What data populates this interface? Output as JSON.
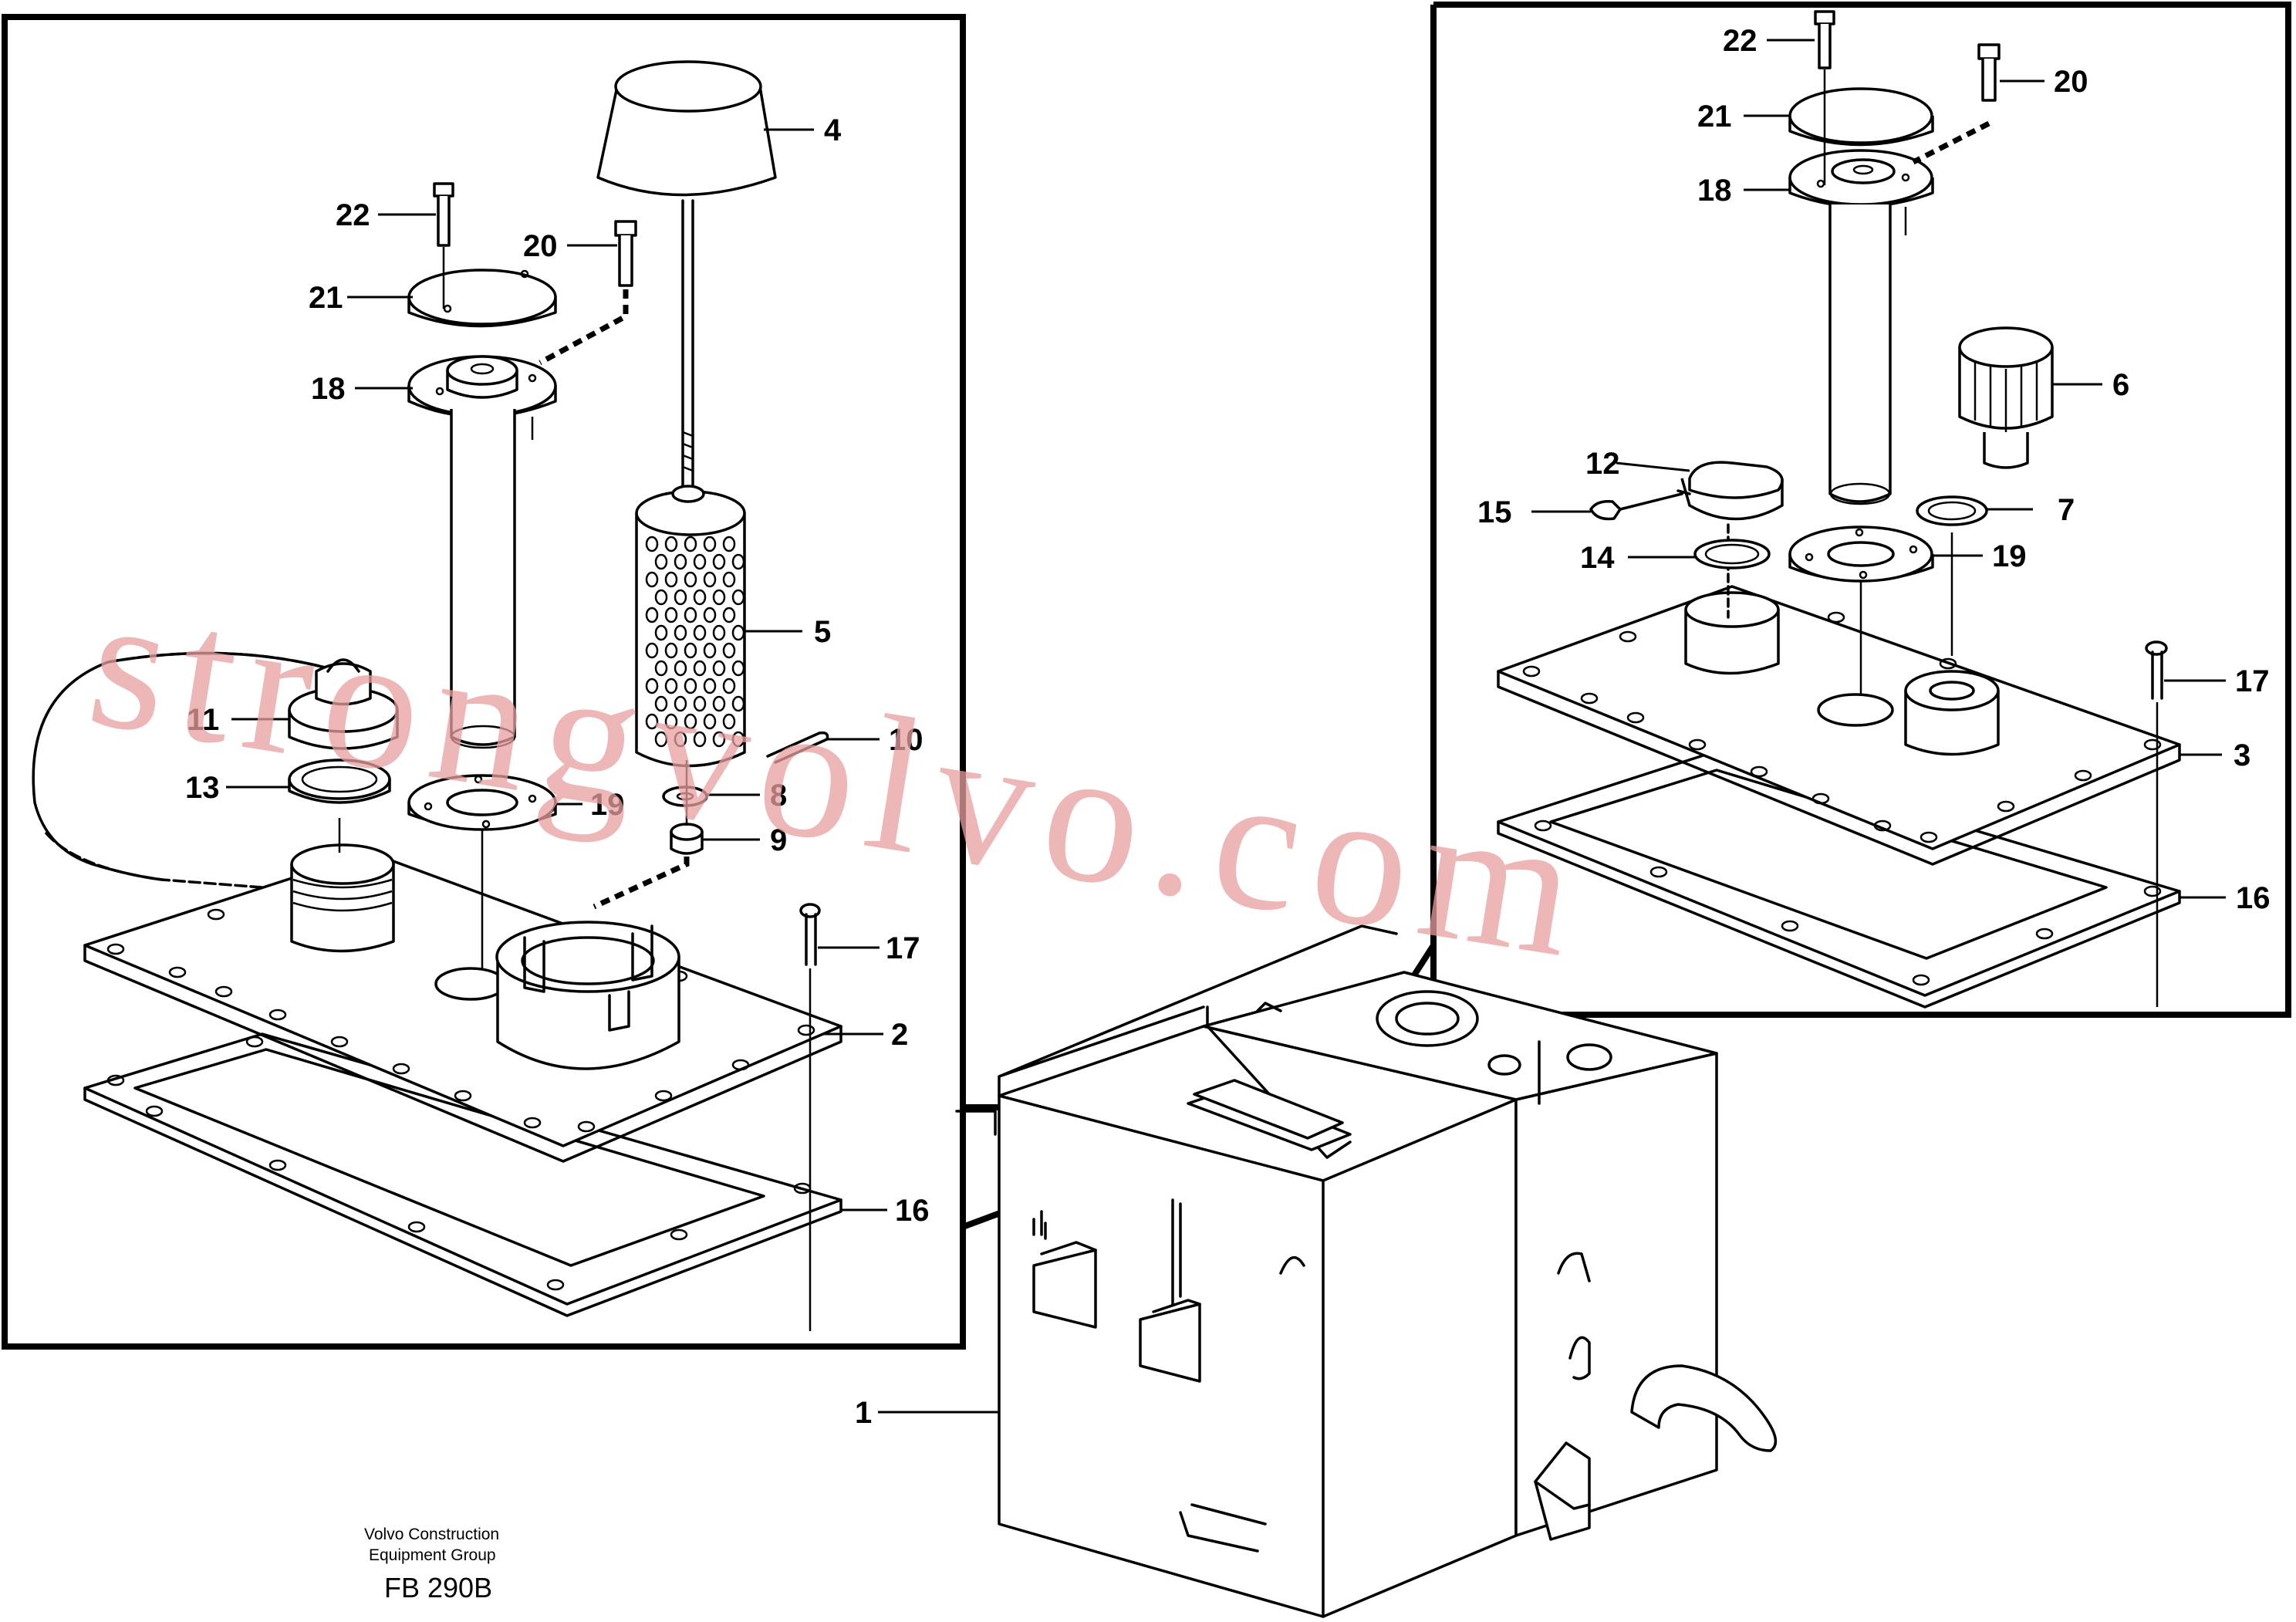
{
  "watermark": "strongvolvo.com",
  "footer": {
    "company_line1": "Volvo Construction",
    "company_line2": "Equipment Group",
    "figure_code": "FB 290B"
  },
  "callouts_left": [
    {
      "id": "4",
      "label": "4"
    },
    {
      "id": "22",
      "label": "22"
    },
    {
      "id": "20",
      "label": "20"
    },
    {
      "id": "21",
      "label": "21"
    },
    {
      "id": "18",
      "label": "18"
    },
    {
      "id": "5",
      "label": "5"
    },
    {
      "id": "11",
      "label": "11"
    },
    {
      "id": "10",
      "label": "10"
    },
    {
      "id": "13",
      "label": "13"
    },
    {
      "id": "19",
      "label": "19"
    },
    {
      "id": "8",
      "label": "8"
    },
    {
      "id": "9",
      "label": "9"
    },
    {
      "id": "17",
      "label": "17"
    },
    {
      "id": "2",
      "label": "2"
    },
    {
      "id": "16",
      "label": "16"
    }
  ],
  "callouts_right": [
    {
      "id": "22",
      "label": "22"
    },
    {
      "id": "20",
      "label": "20"
    },
    {
      "id": "21",
      "label": "21"
    },
    {
      "id": "18",
      "label": "18"
    },
    {
      "id": "6",
      "label": "6"
    },
    {
      "id": "12",
      "label": "12"
    },
    {
      "id": "7",
      "label": "7"
    },
    {
      "id": "15",
      "label": "15"
    },
    {
      "id": "19",
      "label": "19"
    },
    {
      "id": "14",
      "label": "14"
    },
    {
      "id": "17",
      "label": "17"
    },
    {
      "id": "3",
      "label": "3"
    },
    {
      "id": "16",
      "label": "16"
    }
  ],
  "callout_main": {
    "id": "1",
    "label": "1"
  }
}
